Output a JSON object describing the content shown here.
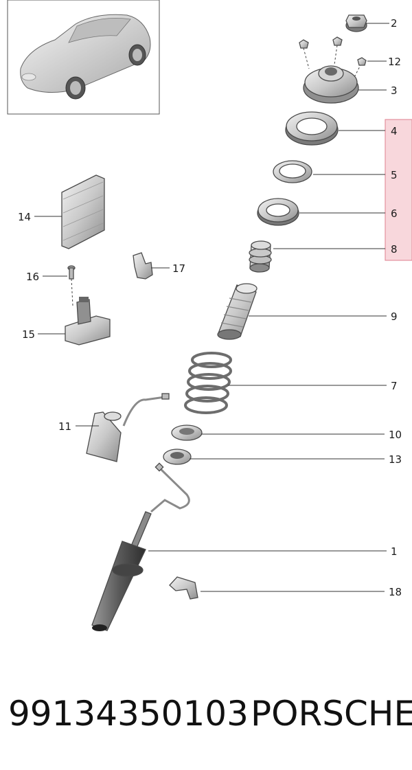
{
  "diagram": {
    "callouts": {
      "c1": "1",
      "c2": "2",
      "c3": "3",
      "c4": "4",
      "c5": "5",
      "c6": "6",
      "c7": "7",
      "c8": "8",
      "c9": "9",
      "c10": "10",
      "c11": "11",
      "c12": "12",
      "c13": "13",
      "c14": "14",
      "c15": "15",
      "c16": "16",
      "c17": "17",
      "c18": "18"
    },
    "highlight_color": "#f8d7dc",
    "highlight_border": "#e3909c"
  },
  "footer": {
    "part_number": "99134350103",
    "brand": "PORSCHE"
  }
}
